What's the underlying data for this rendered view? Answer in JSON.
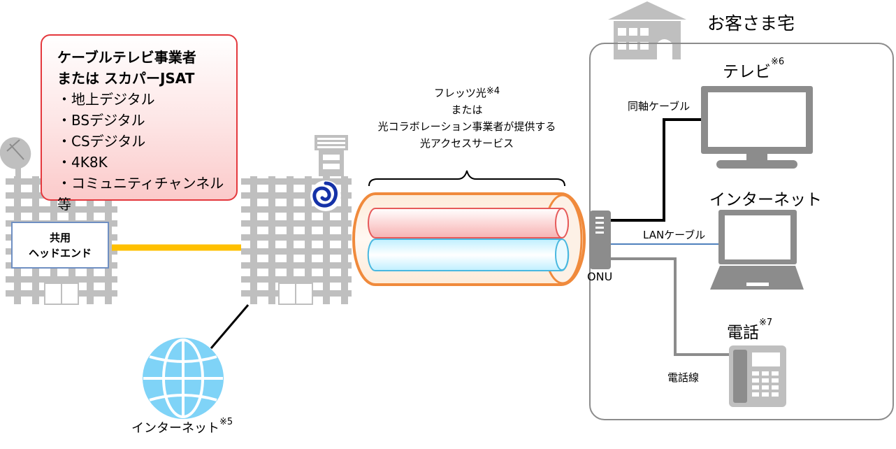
{
  "provider": {
    "title_line1": "ケーブルテレビ事業者",
    "title_line2": "または スカパーJSAT",
    "items": [
      "・地上デジタル",
      "・BSデジタル",
      "・CSデジタル",
      "・4K8K",
      "・コミュニティチャンネル　等"
    ]
  },
  "headend": {
    "line1": "共用",
    "line2": "ヘッドエンド"
  },
  "fiber": {
    "line1": "フレッツ光",
    "line1_note": "※4",
    "line2": "または",
    "line3": "光コラボレーション事業者が提供する",
    "line4": "光アクセスサービス"
  },
  "home": {
    "title": "お客さま宅",
    "onu_label": "ONU",
    "tv_label": "テレビ",
    "tv_note": "※6",
    "internet_label": "インターネット",
    "phone_label": "電話",
    "phone_note": "※7",
    "coax_label": "同軸ケーブル",
    "lan_label": "LANケーブル",
    "phone_line_label": "電話線"
  },
  "internet_globe": {
    "label": "インターネット",
    "note": "※5"
  },
  "colors": {
    "building": "#bfbfbf",
    "window": "#ffffff",
    "orange_line": "#ffc000",
    "fiber_outer": "#f08a3c",
    "fiber_red": "#e65a5a",
    "fiber_blue": "#49b8e0",
    "globe": "#7fd3f7",
    "ntt_logo": "#1532a8",
    "provider_border": "#e4383d"
  }
}
